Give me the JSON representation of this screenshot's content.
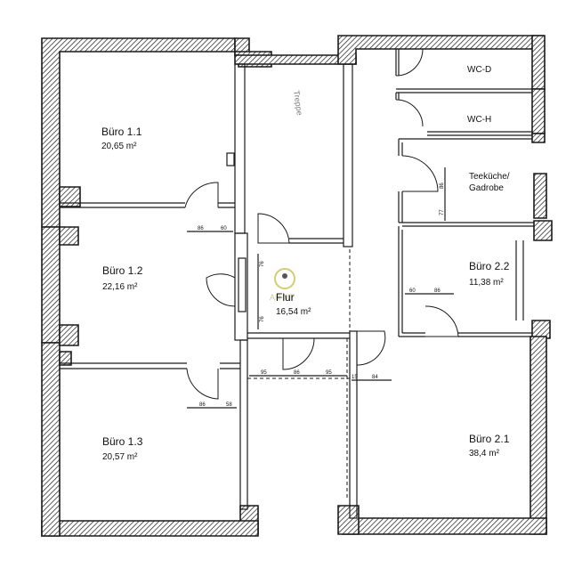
{
  "rooms": {
    "buero_1_1": {
      "name": "Büro 1.1",
      "area": "20,65 m²"
    },
    "buero_1_2": {
      "name": "Büro 1.2",
      "area": "22,16 m²"
    },
    "buero_1_3": {
      "name": "Büro 1.3",
      "area": "20,57 m²"
    },
    "buero_2_1": {
      "name": "Büro 2.1",
      "area": "38,4 m²"
    },
    "buero_2_2": {
      "name": "Büro 2.2",
      "area": "11,38 m²"
    },
    "flur": {
      "name": "Flur",
      "area": "16,54 m²"
    },
    "wc_d": {
      "name": "WC-D"
    },
    "wc_h": {
      "name": "WC-H"
    },
    "teekueche": {
      "line1": "Teeküche/",
      "line2": "Gadrobe"
    }
  },
  "dimensions": {
    "d_86a": "86",
    "d_60a": "60",
    "d_86b": "86",
    "d_58": "58",
    "d_60b": "60",
    "d_86c": "86",
    "d_95a": "95",
    "d_86d": "86",
    "d_95b": "95",
    "d_15": "15",
    "d_84": "84",
    "d_76a": "76",
    "d_76b": "76",
    "d_86e": "86",
    "d_77": "77"
  },
  "watermark": {
    "text": "AR MT"
  },
  "stair_label": "Treppe"
}
